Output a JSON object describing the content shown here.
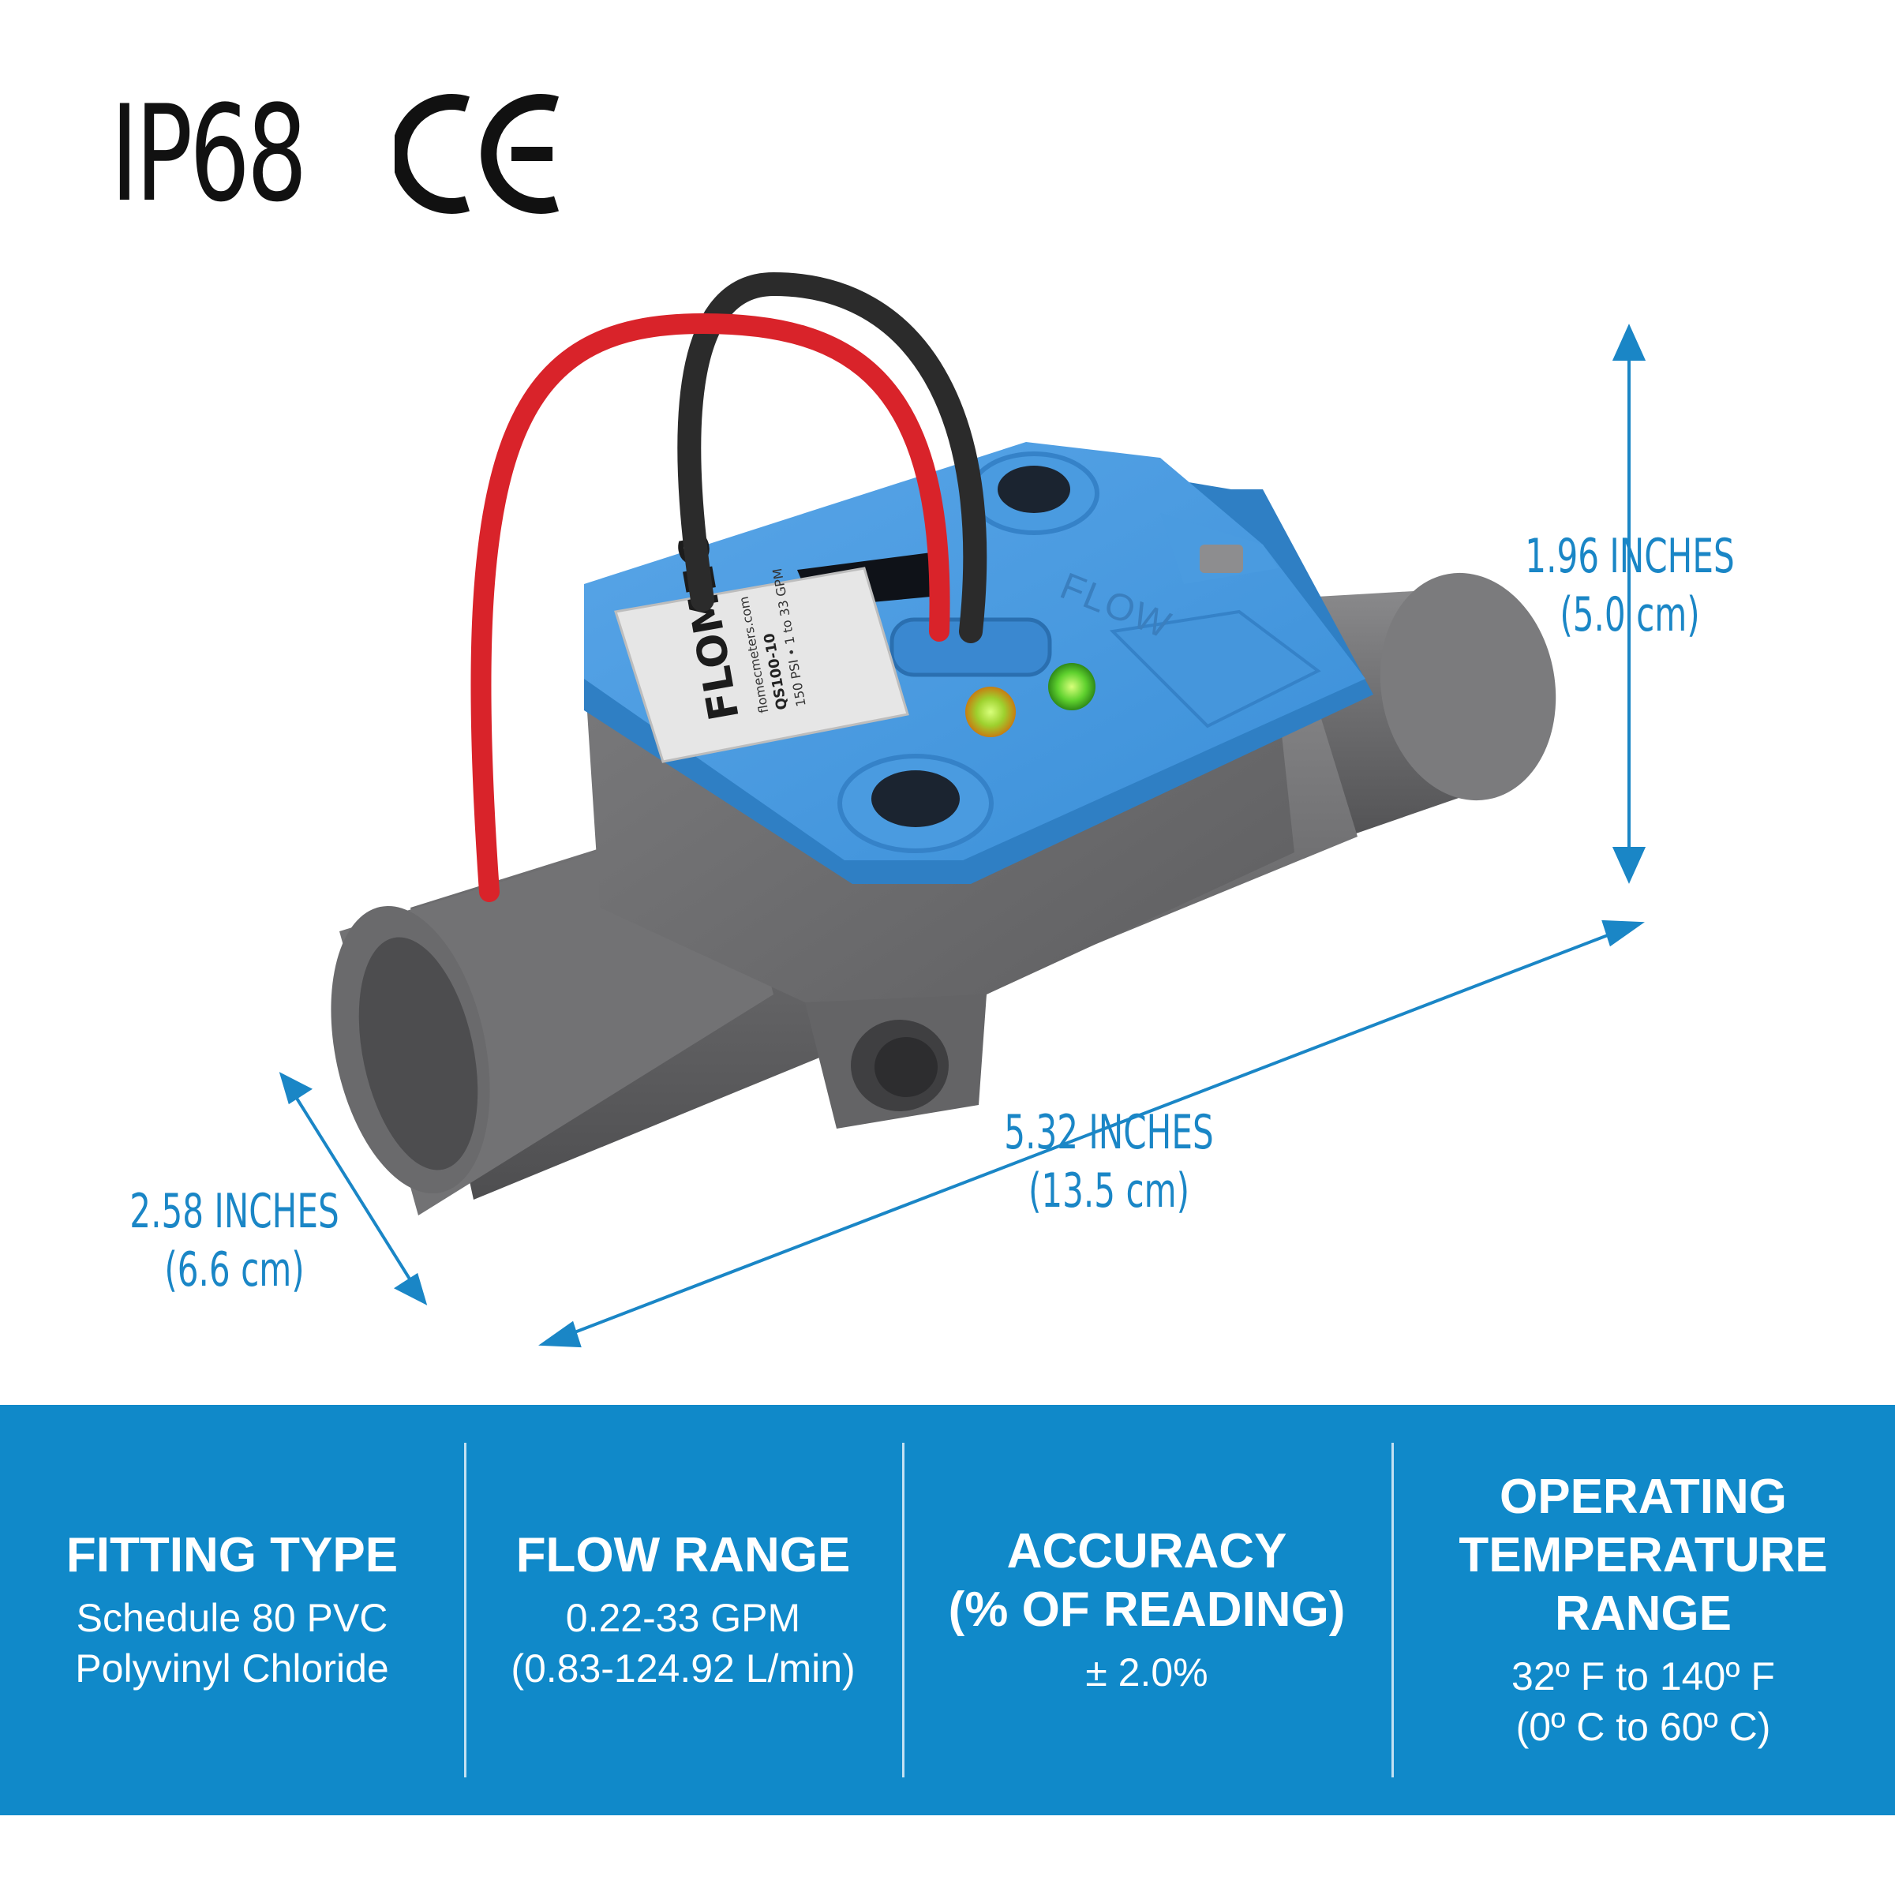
{
  "certifications": {
    "ip_rating": "IP68",
    "ce_mark": "CE"
  },
  "product": {
    "brand_label": "FLOMEC",
    "label_website": "flomecmeters.com",
    "label_model": "QS100-10",
    "label_ratings": "150 PSI  •  1 to 33 GPM",
    "flow_direction_text": "FLOW"
  },
  "dimensions": {
    "height": {
      "inches": "1.96 INCHES",
      "cm": "(5.0 cm)"
    },
    "length": {
      "inches": "5.32 INCHES",
      "cm": "(13.5 cm)"
    },
    "depth": {
      "inches": "2.58 INCHES",
      "cm": "(6.6 cm)"
    }
  },
  "specs": [
    {
      "title": "FITTING TYPE",
      "value": "Schedule 80 PVC\nPolyvinyl Chloride"
    },
    {
      "title": "FLOW RANGE",
      "value": "0.22-33 GPM\n(0.83-124.92 L/min)"
    },
    {
      "title": "ACCURACY\n(% OF READING)",
      "value": "± 2.0%"
    },
    {
      "title": "OPERATING\nTEMPERATURE\nRANGE",
      "value": "32º F to 140º F\n(0º C to 60º C)"
    }
  ],
  "colors": {
    "accent_blue": "#1089c9",
    "dimension_blue": "#1a86c6",
    "housing_blue": "#4a9be0",
    "pvc_gray": "#6e6e70",
    "wire_red": "#d9232a",
    "wire_black": "#2b2b2b",
    "led_green": "#5fd12e",
    "led_amber": "#e0a512"
  }
}
